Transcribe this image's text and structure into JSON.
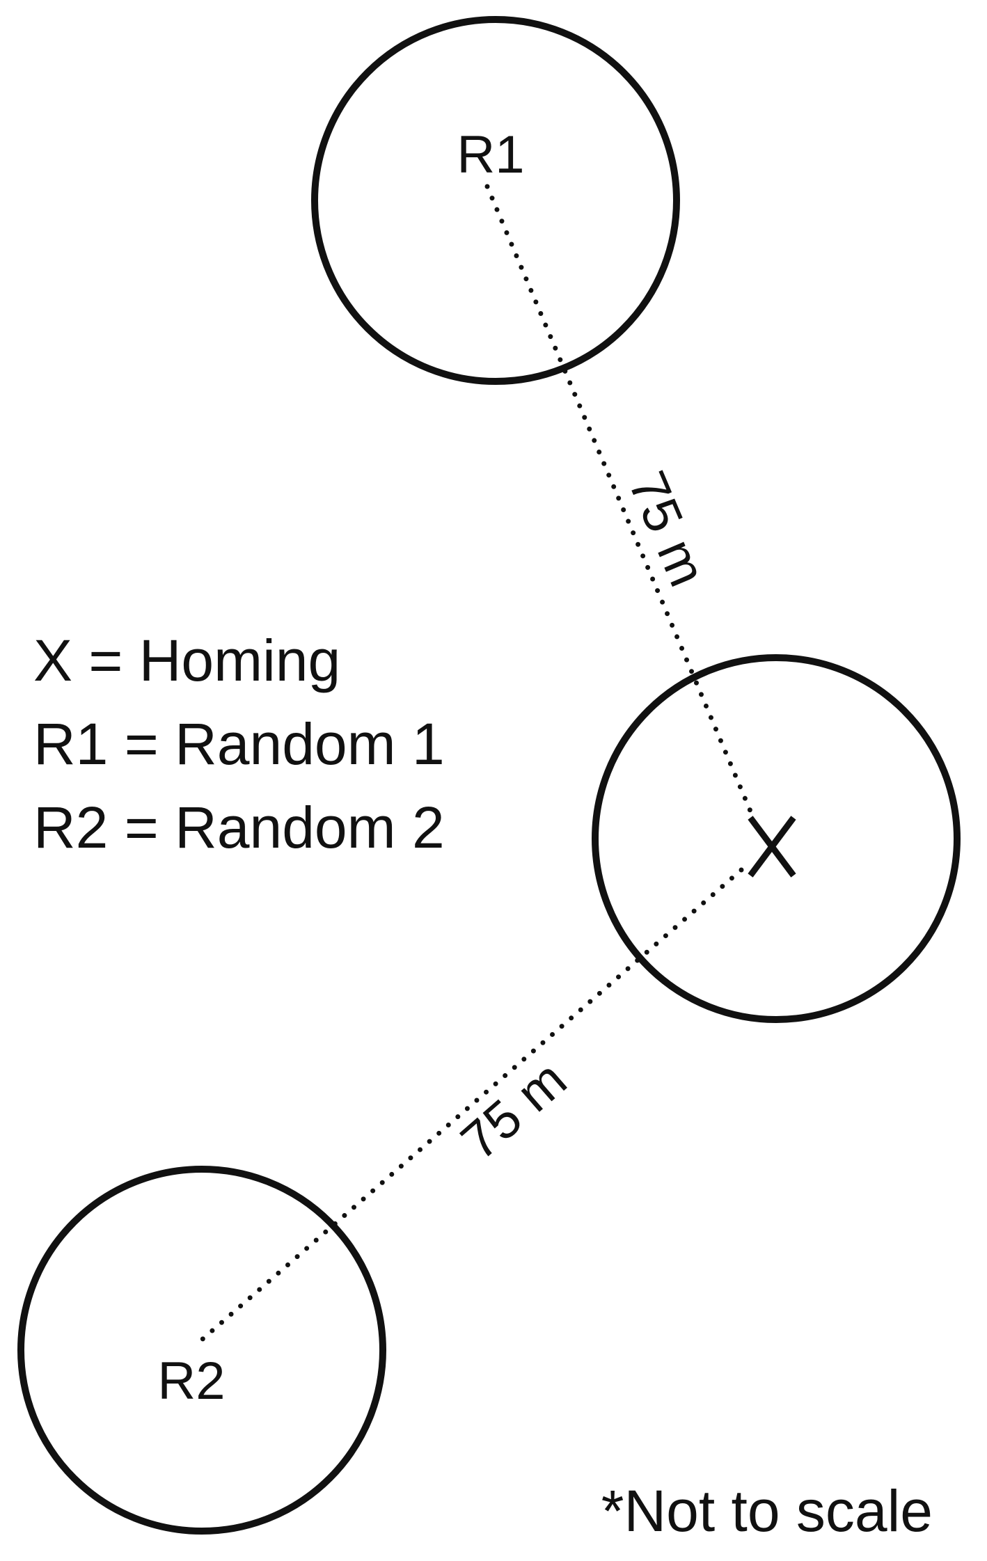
{
  "legend": {
    "line_x": "X = Homing",
    "line_r1": "R1 = Random 1",
    "line_r2": "R2 = Random 2"
  },
  "sites": {
    "r1_label": "R1",
    "r2_label": "R2"
  },
  "distances": {
    "r1_to_x": "75 m",
    "x_to_r2": "75 m"
  },
  "note": "*Not to scale",
  "colors": {
    "stroke": "#111111",
    "background": "#ffffff"
  }
}
